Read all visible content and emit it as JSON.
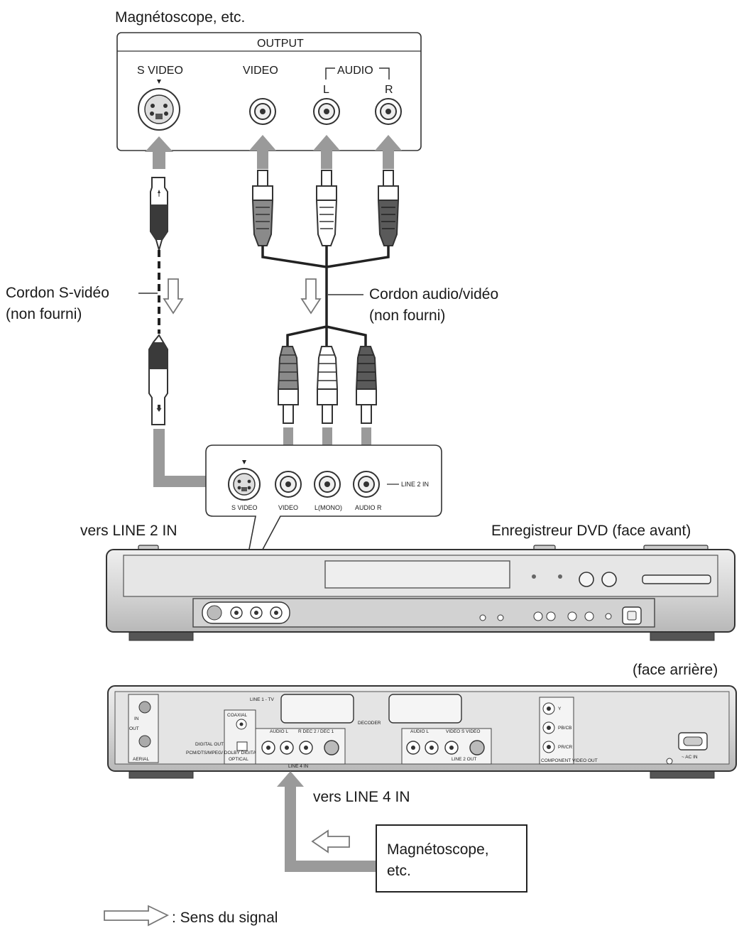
{
  "labels": {
    "vcr_top": "Magnétoscope, etc.",
    "output": "OUTPUT",
    "s_video": "S VIDEO",
    "video": "VIDEO",
    "audio": "AUDIO",
    "l": "L",
    "r": "R",
    "cord_svideo_1": "Cordon S-vidéo",
    "cord_svideo_2": "(non fourni)",
    "cord_av_1": "Cordon audio/vidéo",
    "cord_av_2": "(non fourni)",
    "vers_line2": "vers LINE 2 IN",
    "recorder_front": "Enregistreur DVD (face avant)",
    "rear": "(face arrière)",
    "vers_line4": "vers LINE 4 IN",
    "vcr_bottom_1": "Magnétoscope,",
    "vcr_bottom_2": "etc.",
    "legend": ": Sens du signal"
  },
  "zoom_panel": {
    "line2in": "LINE 2 IN",
    "s_video": "S VIDEO",
    "video": "VIDEO",
    "l_mono": "L(MONO)",
    "audio_r": "AUDIO R"
  },
  "rear_panel": {
    "in": "IN",
    "out": "OUT",
    "aerial": "AERIAL",
    "coaxial": "COAXIAL",
    "digital_out": "DIGITAL OUT",
    "pcm": "PCM/DTS/MPEG/ DOLBY DIGITAL",
    "optical": "OPTICAL",
    "line1_tv": "LINE 1 - TV",
    "decoder": "DECODER",
    "audio_l": "AUDIO L",
    "rdc": "R DEC 2 / DEC 1",
    "line4in": "LINE 4 IN",
    "audio_l2": "AUDIO L",
    "video_svideo": "VIDEO S VIDEO",
    "line2out": "LINE 2 OUT",
    "y": "Y",
    "pb": "PB/CB",
    "pr": "PR/CR",
    "component": "COMPONENT VIDEO OUT",
    "acin": "~ AC IN"
  },
  "colors": {
    "arrow": "#9a9a9a",
    "line": "#333333",
    "chassis": "#d8d8d8",
    "dark_plug": "#555555"
  }
}
